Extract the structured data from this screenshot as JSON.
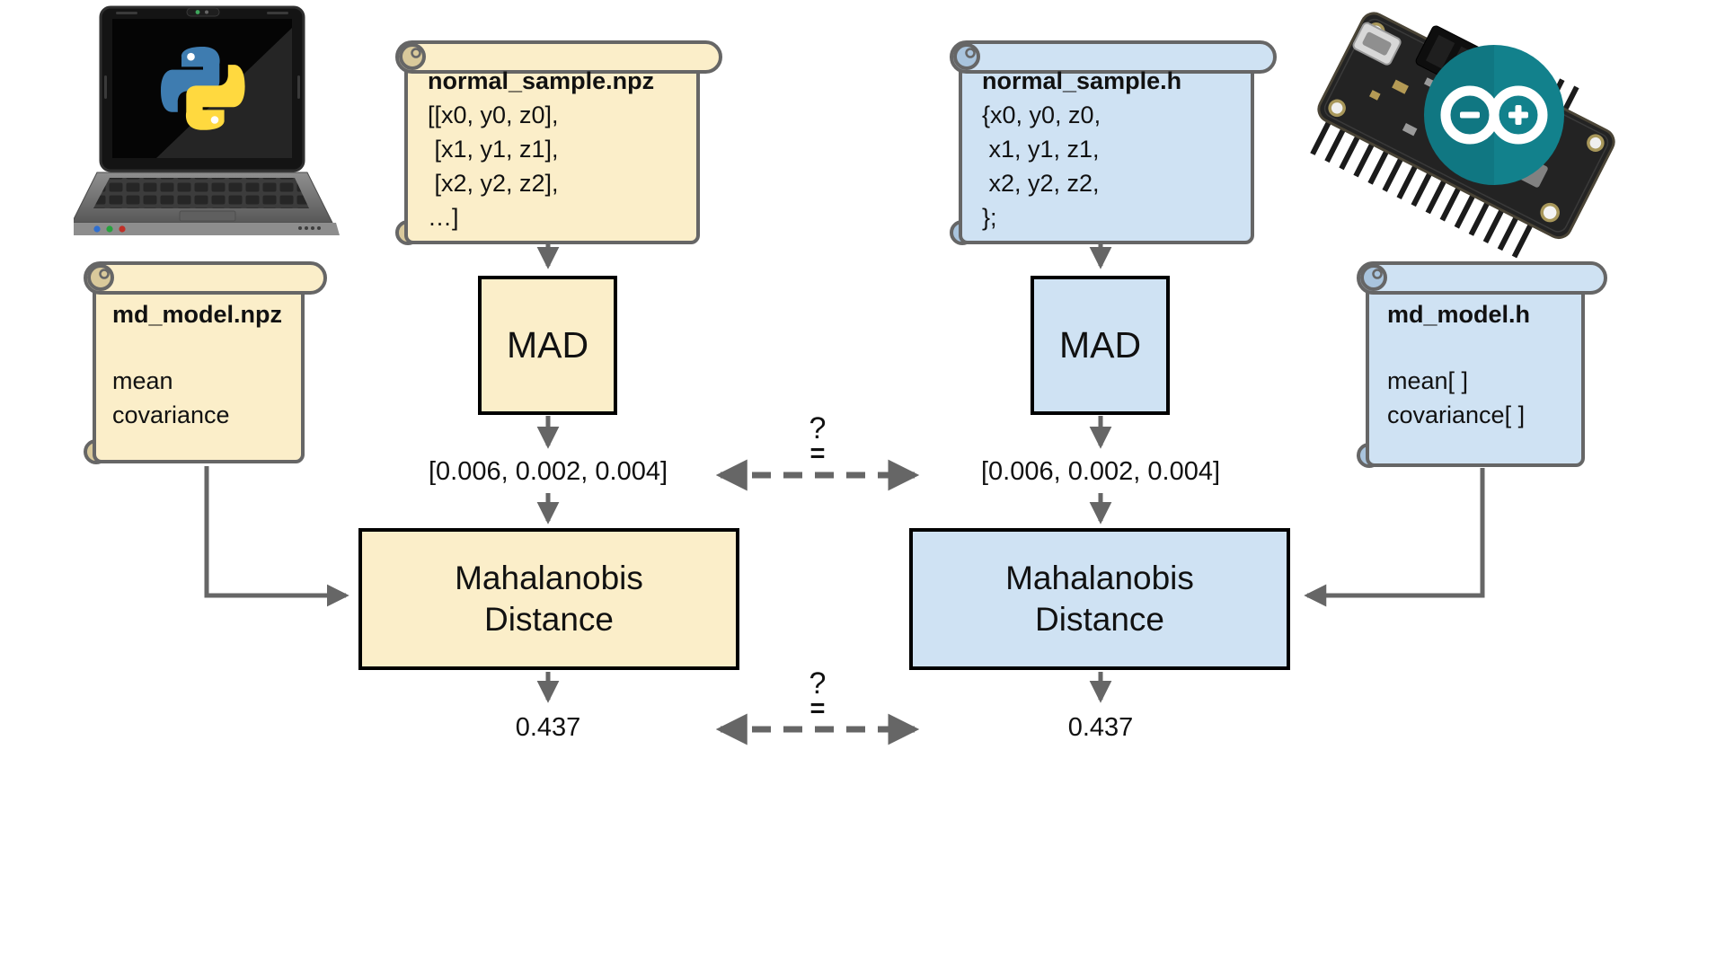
{
  "page": {
    "background": "#ffffff"
  },
  "colors": {
    "python_fill": "#FBEEC9",
    "arduino_fill": "#CFE2F3",
    "box_border": "#000000",
    "connector_gray": "#666666",
    "scroll_border": "#666666",
    "python_logo_blue": "#3E7CB0",
    "python_logo_yellow": "#FFD93F",
    "arduino_teal": "#12818C"
  },
  "python_side": {
    "device": "laptop with Python logo",
    "sample_scroll": {
      "title": "normal_sample.npz",
      "lines": [
        "[[x0, y0, z0],",
        " [x1, y1, z1],",
        " [x2, y2, z2],",
        "…]"
      ]
    },
    "model_scroll": {
      "title": "md_model.npz",
      "lines": [
        "mean",
        "covariance"
      ]
    },
    "mad_box": "MAD",
    "mad_output": "[0.006, 0.002, 0.004]",
    "distance_box": {
      "line1": "Mahalanobis",
      "line2": "Distance"
    },
    "distance_output": "0.437"
  },
  "arduino_side": {
    "device": "Arduino feather board",
    "sample_scroll": {
      "title": "normal_sample.h",
      "lines": [
        "{x0, y0, z0,",
        " x1, y1, z1,",
        " x2, y2, z2,",
        "};"
      ]
    },
    "model_scroll": {
      "title": "md_model.h",
      "lines": [
        "mean[ ]",
        "covariance[ ]"
      ]
    },
    "mad_box": "MAD",
    "mad_output": "[0.006, 0.002, 0.004]",
    "distance_box": {
      "line1": "Mahalanobis",
      "line2": "Distance"
    },
    "distance_output": "0.437"
  },
  "comparisons": {
    "mad_outputs": {
      "question": "?",
      "equals": "="
    },
    "distance_outputs": {
      "question": "?",
      "equals": "="
    }
  }
}
